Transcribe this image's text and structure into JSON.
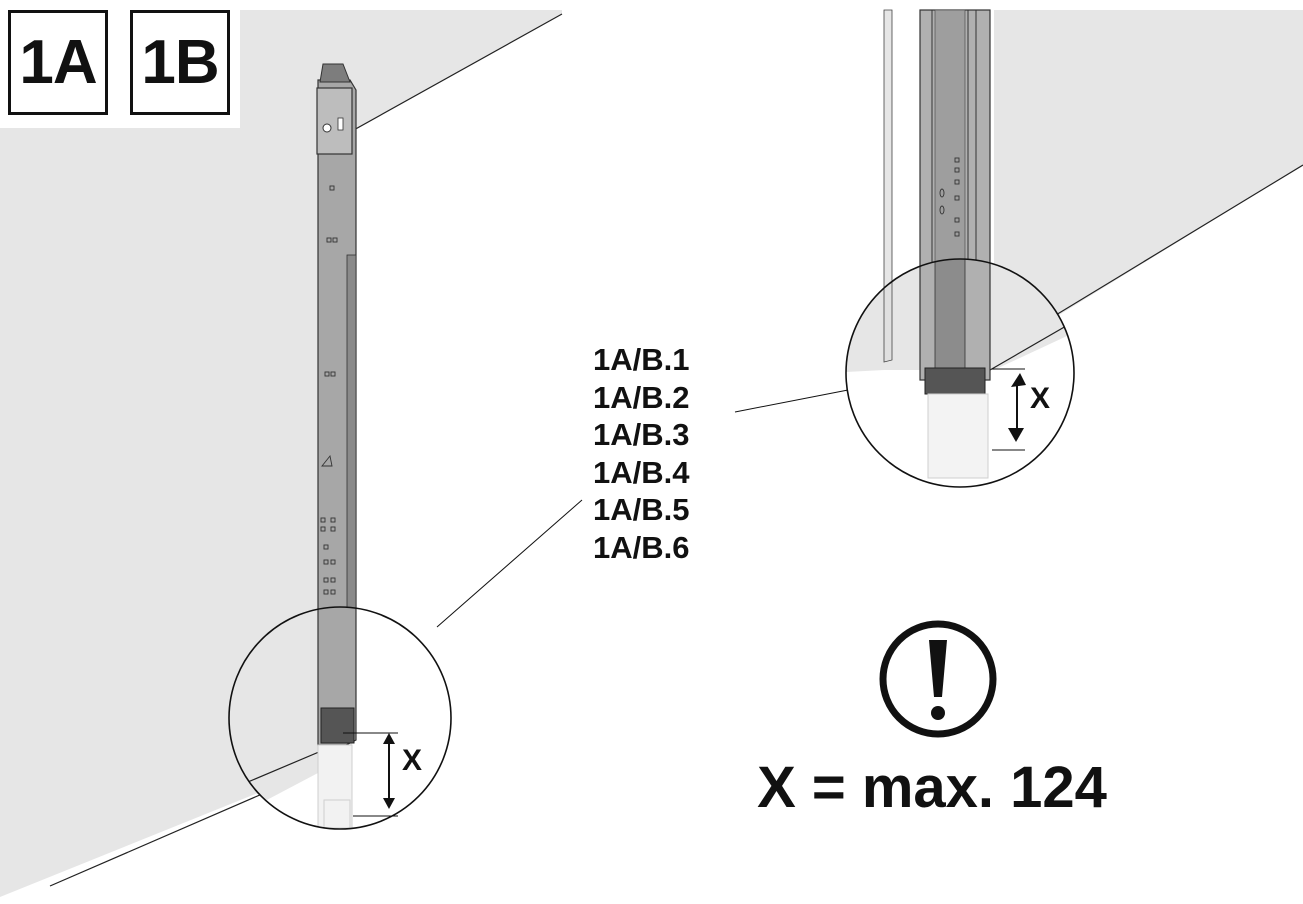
{
  "badges": [
    "1A",
    "1B"
  ],
  "references": [
    "1A/B.1",
    "1A/B.2",
    "1A/B.3",
    "1A/B.4",
    "1A/B.5",
    "1A/B.6"
  ],
  "dimension_label": "X",
  "warning": {
    "icon": "exclamation-circle-icon",
    "formula": "X = max. 124"
  },
  "colors": {
    "wall": "#e6e6e6",
    "rail": "#a9a9a9",
    "rail_dark": "#555555",
    "ink": "#111111"
  }
}
